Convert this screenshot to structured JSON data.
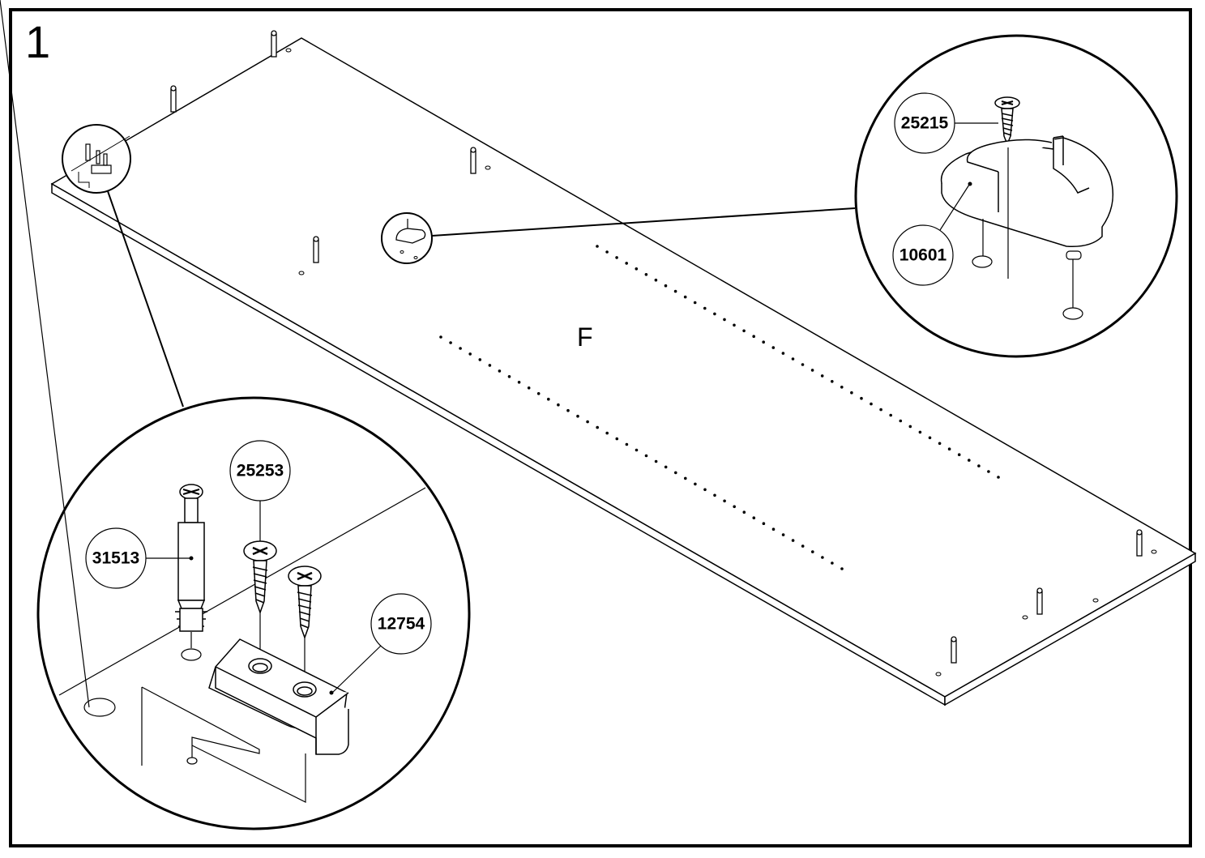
{
  "step": {
    "number": "1"
  },
  "panel": {
    "label": "F"
  },
  "parts": {
    "p25215": "25215",
    "p10601": "10601",
    "p25253": "25253",
    "p31513": "31513",
    "p12754": "12754"
  }
}
